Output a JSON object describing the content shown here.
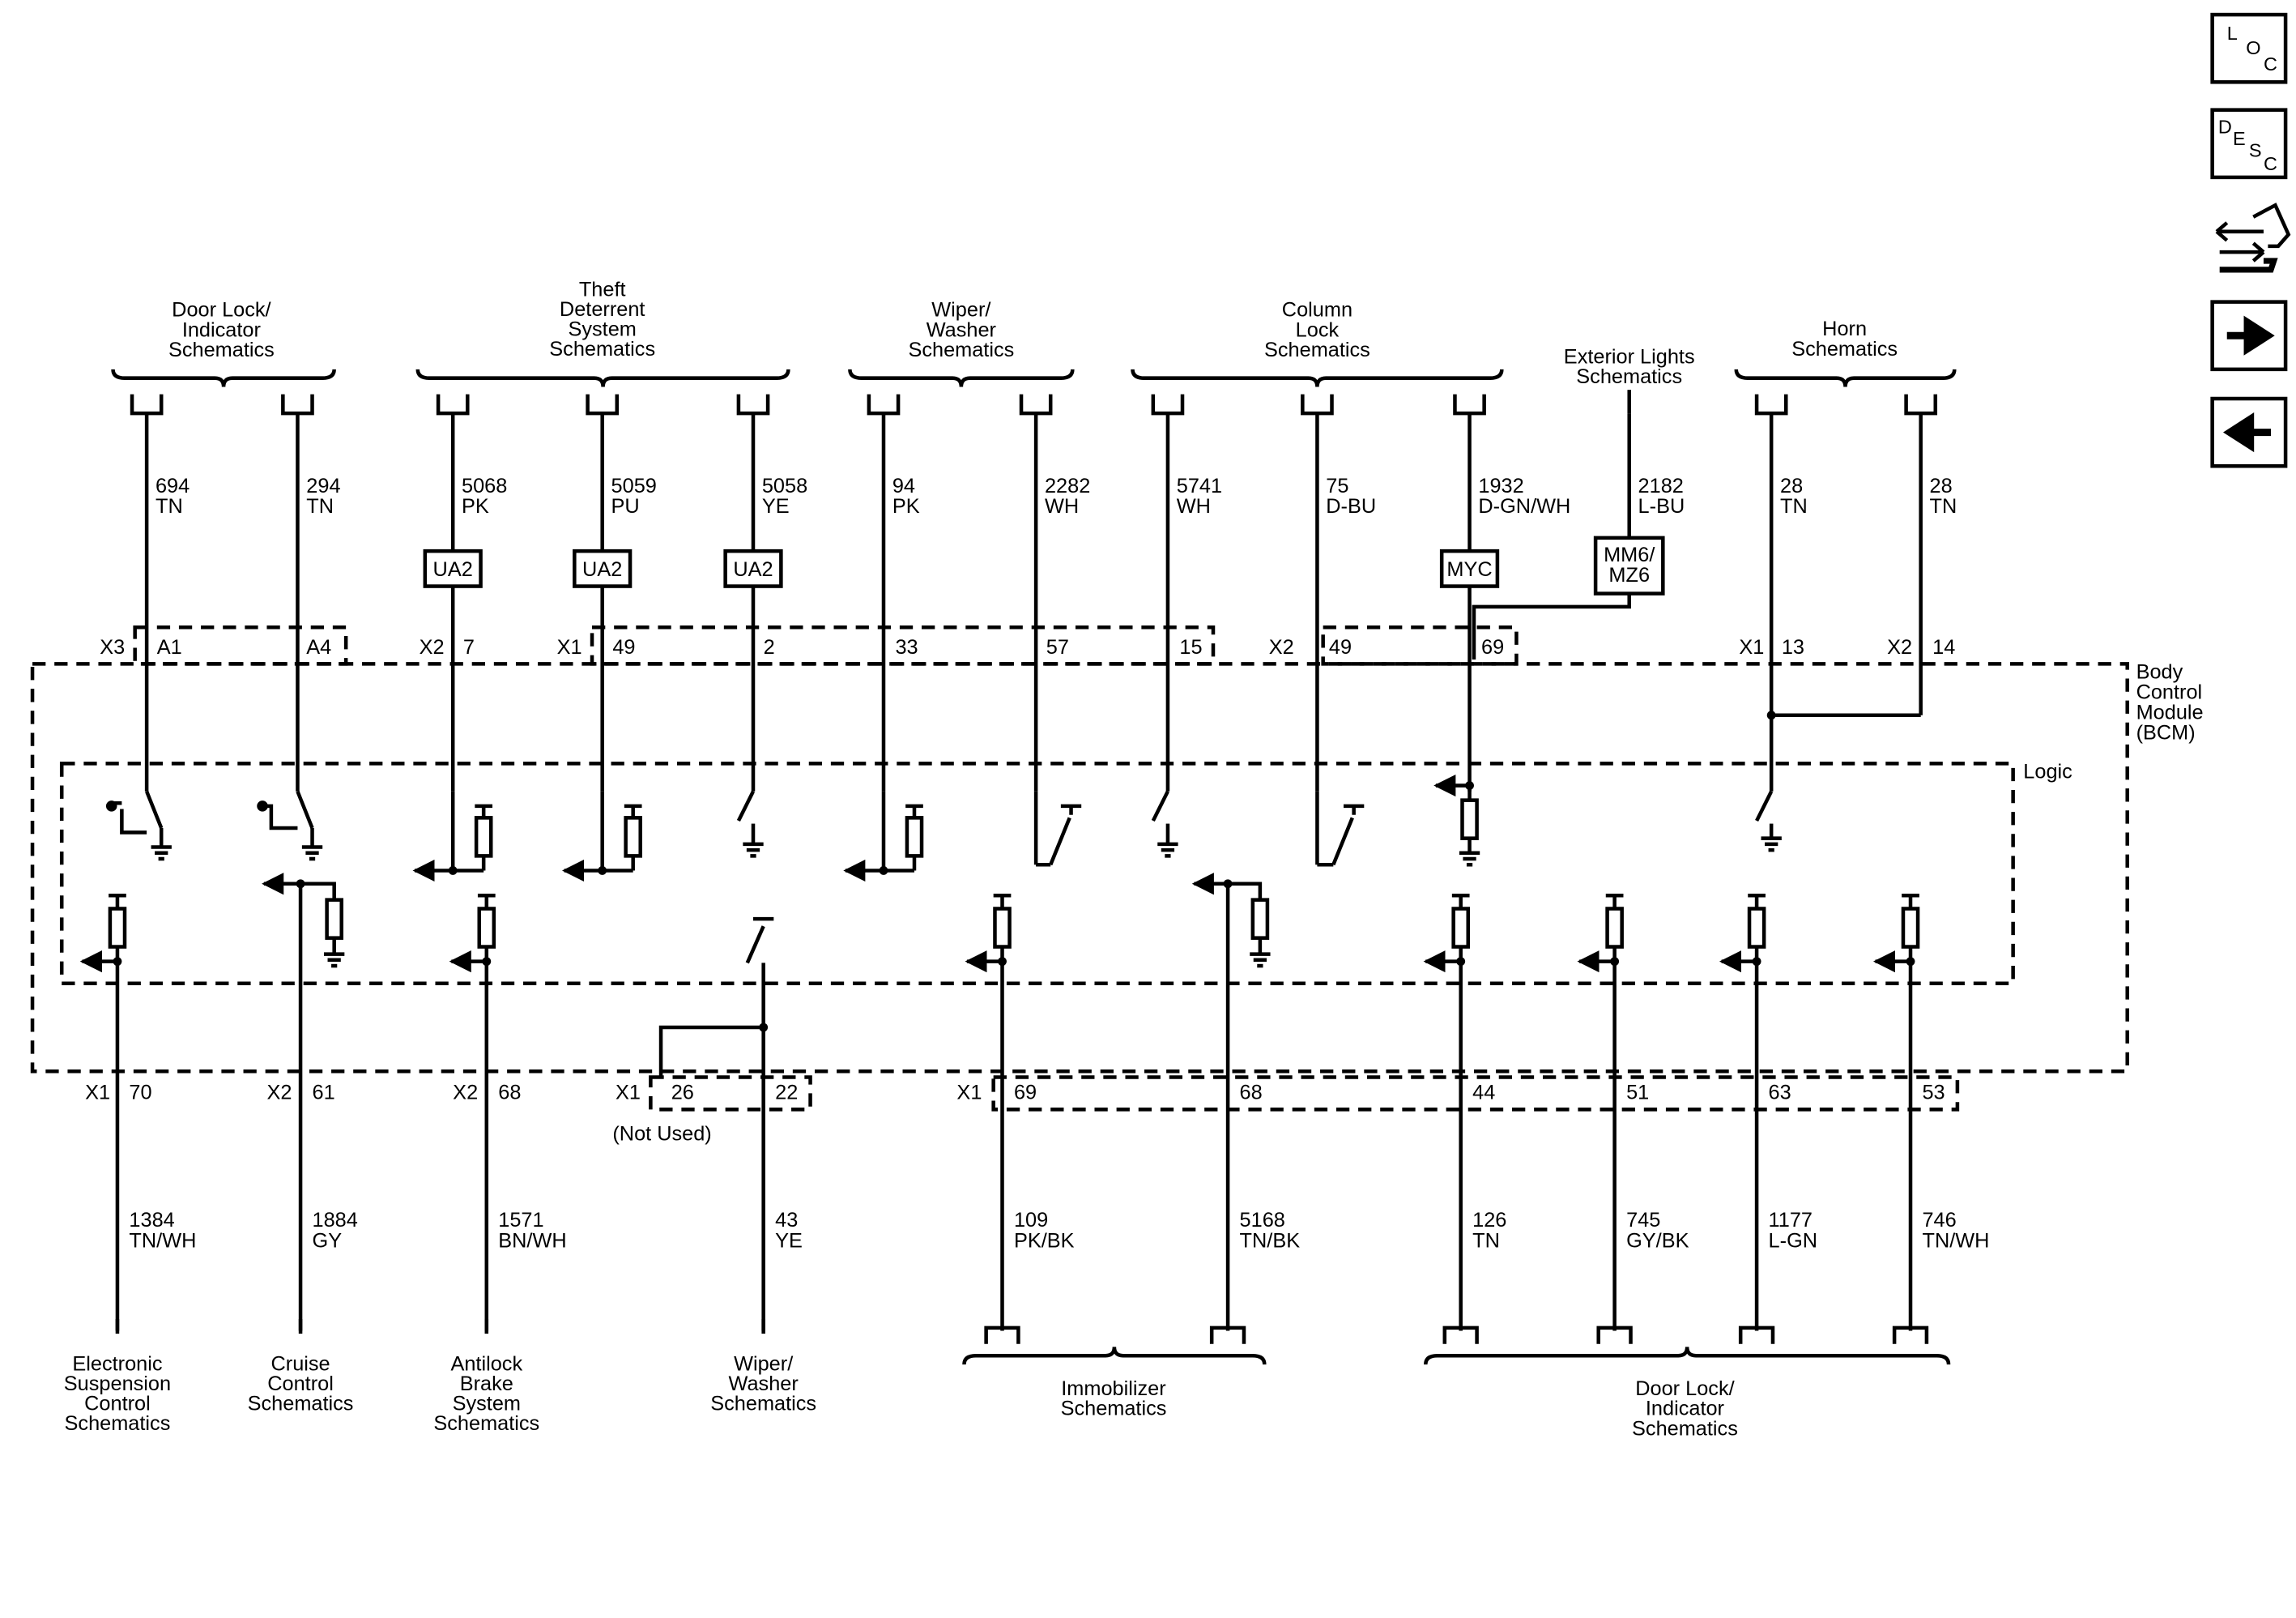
{
  "nav": {
    "loc": [
      "L",
      "O",
      "C"
    ],
    "desc": [
      "D",
      "E",
      "S",
      "C"
    ],
    "icons": [
      "loc-button-icon",
      "desc-button-icon",
      "connector-view-icon",
      "next-arrow-icon",
      "previous-arrow-icon"
    ]
  },
  "module": {
    "name": [
      "Body",
      "Control",
      "Module",
      "(BCM)"
    ],
    "logic_label": "Logic"
  },
  "top_groups": [
    {
      "id": "g1",
      "label": [
        "Door Lock/",
        "Indicator",
        "Schematics"
      ]
    },
    {
      "id": "g2",
      "label": [
        "Theft",
        "Deterrent",
        "System",
        "Schematics"
      ]
    },
    {
      "id": "g3",
      "label": [
        "Wiper/",
        "Washer",
        "Schematics"
      ]
    },
    {
      "id": "g4",
      "label": [
        "Column",
        "Lock",
        "Schematics"
      ]
    },
    {
      "id": "g5",
      "label": [
        "Exterior Lights",
        "Schematics"
      ]
    },
    {
      "id": "g6",
      "label": [
        "Horn",
        "Schematics"
      ]
    }
  ],
  "top_wires": [
    {
      "circuit": "694",
      "color": "TN"
    },
    {
      "circuit": "294",
      "color": "TN"
    },
    {
      "circuit": "5068",
      "color": "PK",
      "option": "UA2"
    },
    {
      "circuit": "5059",
      "color": "PU",
      "option": "UA2"
    },
    {
      "circuit": "5058",
      "color": "YE",
      "option": "UA2"
    },
    {
      "circuit": "94",
      "color": "PK"
    },
    {
      "circuit": "2282",
      "color": "WH"
    },
    {
      "circuit": "5741",
      "color": "WH"
    },
    {
      "circuit": "75",
      "color": "D-BU"
    },
    {
      "circuit": "1932",
      "color": "D-GN/WH",
      "option": "MYC"
    },
    {
      "circuit": "2182",
      "color": "L-BU",
      "option": "MM6/\nMZ6"
    },
    {
      "circuit": "28",
      "color": "TN"
    },
    {
      "circuit": "28",
      "color": "TN"
    }
  ],
  "top_connectors": [
    {
      "conn": "X3",
      "pins": [
        "A1",
        "A4"
      ]
    },
    {
      "conn": "X2",
      "pins": [
        "7"
      ]
    },
    {
      "conn": "X1",
      "pins": [
        "49",
        "2",
        "33",
        "57",
        "15"
      ]
    },
    {
      "conn": "X2",
      "pins": [
        "49",
        "69"
      ]
    },
    {
      "conn": "X1",
      "pins": [
        "13"
      ]
    },
    {
      "conn": "X2",
      "pins": [
        "14"
      ]
    }
  ],
  "bottom_connectors": [
    {
      "conn": "X1",
      "pins": [
        "70"
      ]
    },
    {
      "conn": "X2",
      "pins": [
        "61"
      ]
    },
    {
      "conn": "X2",
      "pins": [
        "68"
      ]
    },
    {
      "conn": "X1",
      "pins": [
        "26",
        "22"
      ]
    },
    {
      "conn": "X1",
      "pins": [
        "69",
        "68",
        "44",
        "51",
        "63",
        "53"
      ]
    }
  ],
  "not_used": "(Not Used)",
  "bottom_wires": [
    {
      "circuit": "1384",
      "color": "TN/WH"
    },
    {
      "circuit": "1884",
      "color": "GY"
    },
    {
      "circuit": "1571",
      "color": "BN/WH"
    },
    {
      "circuit": "43",
      "color": "YE"
    },
    {
      "circuit": "109",
      "color": "PK/BK"
    },
    {
      "circuit": "5168",
      "color": "TN/BK"
    },
    {
      "circuit": "126",
      "color": "TN"
    },
    {
      "circuit": "745",
      "color": "GY/BK"
    },
    {
      "circuit": "1177",
      "color": "L-GN"
    },
    {
      "circuit": "746",
      "color": "TN/WH"
    }
  ],
  "bottom_groups": [
    {
      "id": "b1",
      "label": [
        "Electronic",
        "Suspension",
        "Control",
        "Schematics"
      ]
    },
    {
      "id": "b2",
      "label": [
        "Cruise",
        "Control",
        "Schematics"
      ]
    },
    {
      "id": "b3",
      "label": [
        "Antilock",
        "Brake",
        "System",
        "Schematics"
      ]
    },
    {
      "id": "b4",
      "label": [
        "Wiper/",
        "Washer",
        "Schematics"
      ]
    },
    {
      "id": "b5",
      "label": [
        "Immobilizer",
        "Schematics"
      ]
    },
    {
      "id": "b6",
      "label": [
        "Door Lock/",
        "Indicator",
        "Schematics"
      ]
    }
  ]
}
